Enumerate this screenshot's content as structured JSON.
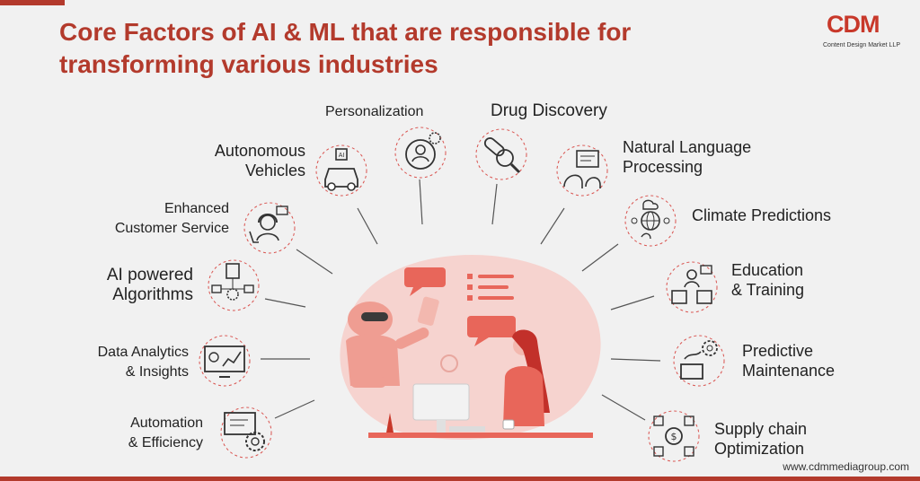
{
  "header": {
    "title_line1": "Core Factors of AI & ML that are responsible for",
    "title_line2": "transforming various industries"
  },
  "logo": {
    "main": "CDM",
    "tagline": "Content Design Market LLP"
  },
  "factors": {
    "personalization": {
      "label": "Personalization",
      "icon": "user-target-gear-icon"
    },
    "drug_discovery": {
      "label": "Drug Discovery",
      "icon": "capsule-magnifier-icon"
    },
    "autonomous_vehicles": {
      "line1": "Autonomous",
      "line2": "Vehicles",
      "icon": "ai-car-icon",
      "icon_text": "AI"
    },
    "nlp": {
      "line1": "Natural Language",
      "line2": "Processing",
      "icon": "speech-document-icon"
    },
    "customer_service": {
      "line1": "Enhanced",
      "line2": "Customer Service",
      "icon": "support-agent-icon"
    },
    "climate": {
      "label": "Climate Predictions",
      "icon": "globe-cloud-sun-icon"
    },
    "algorithms": {
      "line1": "AI powered",
      "line2": "Algorithms",
      "icon": "algorithm-flow-icon"
    },
    "education": {
      "line1": "Education",
      "line2": "& Training",
      "icon": "classroom-icon"
    },
    "data_analytics": {
      "line1": "Data Analytics",
      "line2": "& Insights",
      "icon": "analytics-monitor-icon"
    },
    "predictive": {
      "line1": "Predictive",
      "line2": "Maintenance",
      "icon": "gear-chart-icon"
    },
    "automation": {
      "line1": "Automation",
      "line2": "& Efficiency",
      "icon": "monitor-gear-icon"
    },
    "supply_chain": {
      "line1": "Supply chain",
      "line2": "Optimization",
      "icon": "dollar-boxes-icon"
    }
  },
  "footer": {
    "url": "www.cdmmediagroup.com"
  },
  "colors": {
    "accent": "#b33a2c",
    "blob": "#f6d3cf",
    "robot": "#ef9d92",
    "icon_stroke": "#333333"
  }
}
